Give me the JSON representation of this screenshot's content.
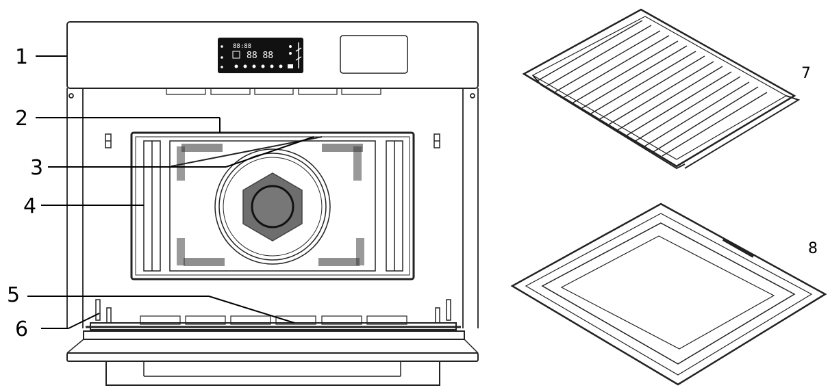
{
  "callouts": [
    {
      "id": "1",
      "text": "1"
    },
    {
      "id": "2",
      "text": "2"
    },
    {
      "id": "3",
      "text": "3"
    },
    {
      "id": "4",
      "text": "4"
    },
    {
      "id": "5",
      "text": "5"
    },
    {
      "id": "6",
      "text": "6"
    },
    {
      "id": "7",
      "text": "7"
    },
    {
      "id": "8",
      "text": "8"
    }
  ],
  "display": {
    "time_readout": "88:88",
    "digits": "88 88"
  },
  "colors": {
    "line": "#222222",
    "display_bg": "#111111",
    "display_text": "#ffffff",
    "background": "#ffffff"
  }
}
